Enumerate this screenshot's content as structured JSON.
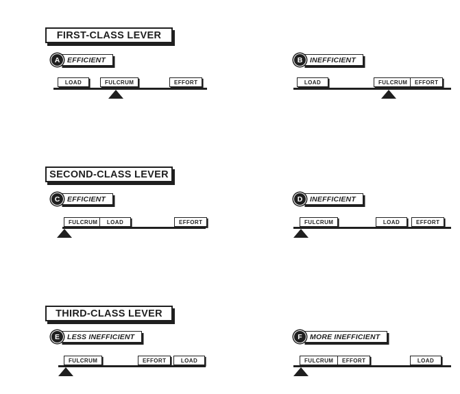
{
  "colors": {
    "ink": "#1f1f1f",
    "paper": "#ffffff"
  },
  "sections": [
    {
      "title": "FIRST-CLASS LEVER",
      "panels": [
        {
          "letter": "A",
          "tag": "EFFICIENT",
          "labels": [
            "LOAD",
            "FULCRUM",
            "EFFORT"
          ],
          "fulcrum_position": "center"
        },
        {
          "letter": "B",
          "tag": "INEFFICIENT",
          "labels": [
            "LOAD",
            "FULCRUM",
            "EFFORT"
          ],
          "fulcrum_position": "near-right"
        }
      ]
    },
    {
      "title": "SECOND-CLASS LEVER",
      "panels": [
        {
          "letter": "C",
          "tag": "EFFICIENT",
          "labels": [
            "FULCRUM",
            "LOAD",
            "EFFORT"
          ],
          "fulcrum_position": "left-end"
        },
        {
          "letter": "D",
          "tag": "INEFFICIENT",
          "labels": [
            "FULCRUM",
            "LOAD",
            "EFFORT"
          ],
          "fulcrum_position": "left-end"
        }
      ]
    },
    {
      "title": "THIRD-CLASS LEVER",
      "panels": [
        {
          "letter": "E",
          "tag": "LESS INEFFICIENT",
          "labels": [
            "FULCRUM",
            "EFFORT",
            "LOAD"
          ],
          "fulcrum_position": "left-end"
        },
        {
          "letter": "F",
          "tag": "MORE INEFFICIENT",
          "labels": [
            "FULCRUM",
            "EFFORT",
            "LOAD"
          ],
          "fulcrum_position": "left-end"
        }
      ]
    }
  ]
}
